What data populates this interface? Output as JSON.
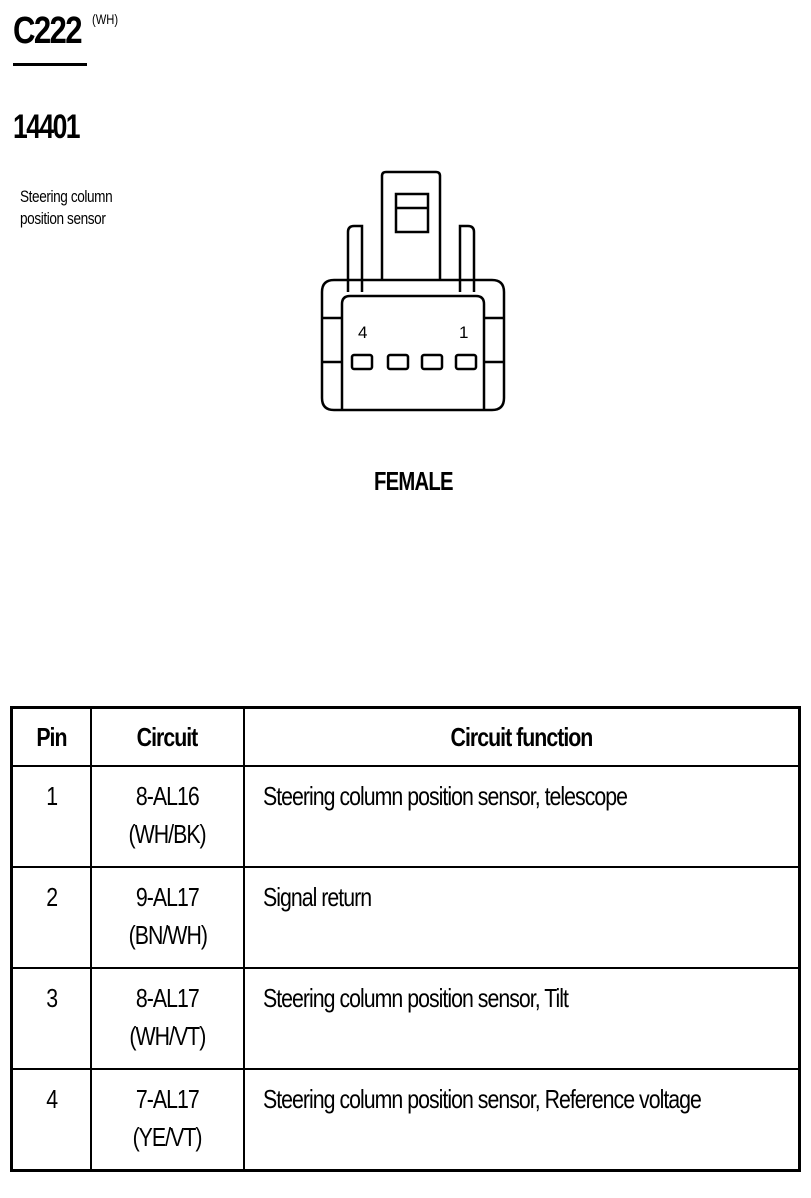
{
  "connector": {
    "id": "C222",
    "color_code": "(WH)",
    "part_number": "14401",
    "component": "Steering column position sensor",
    "gender": "FEMALE",
    "pin_range_left": "4",
    "pin_range_right": "1"
  },
  "table": {
    "headers": {
      "pin": "Pin",
      "circuit": "Circuit",
      "function": "Circuit function"
    },
    "rows": [
      {
        "pin": "1",
        "circuit": "8-AL16",
        "wire": "(WH/BK)",
        "function": "Steering column position sensor, telescope"
      },
      {
        "pin": "2",
        "circuit": "9-AL17",
        "wire": "(BN/WH)",
        "function": "Signal return"
      },
      {
        "pin": "3",
        "circuit": "8-AL17",
        "wire": "(WH/VT)",
        "function": "Steering column position sensor, Tilt"
      },
      {
        "pin": "4",
        "circuit": "7-AL17",
        "wire": "(YE/VT)",
        "function": "Steering column position sensor, Reference voltage"
      }
    ]
  }
}
